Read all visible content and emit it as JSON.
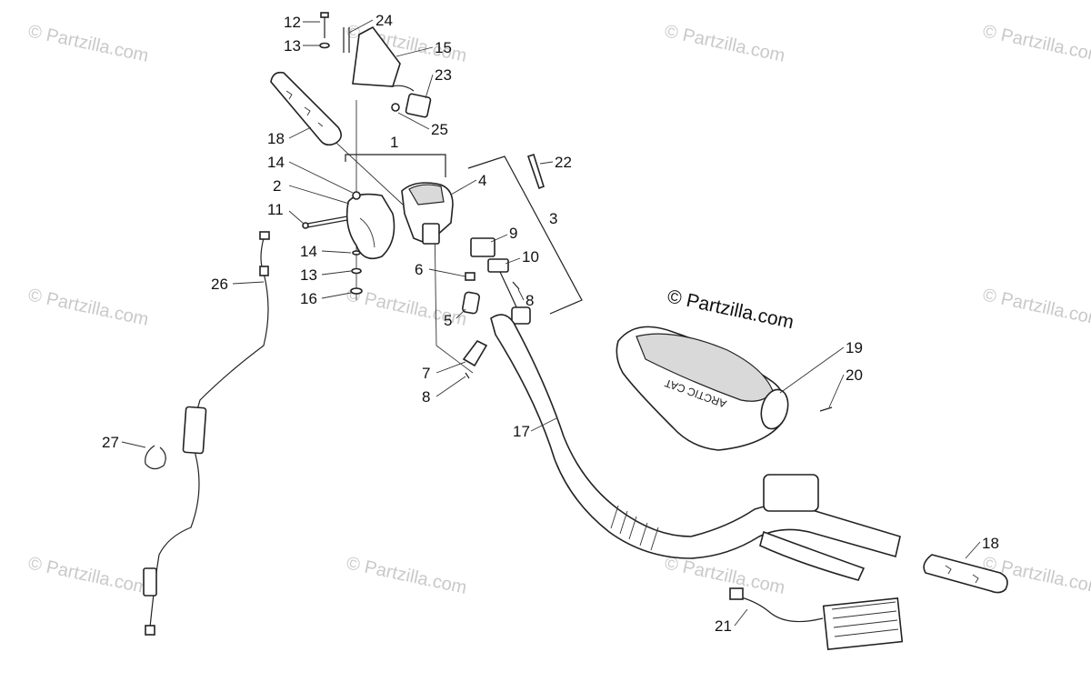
{
  "watermark": "© Partzilla.com",
  "copyright": "© Partzilla.com",
  "logo_text": "ARCTIC CAT",
  "callouts": [
    "12",
    "13",
    "24",
    "15",
    "23",
    "25",
    "18",
    "1",
    "14",
    "2",
    "11",
    "14",
    "13",
    "16",
    "4",
    "22",
    "3",
    "9",
    "10",
    "6",
    "8",
    "5",
    "7",
    "8",
    "26",
    "27",
    "17",
    "19",
    "20",
    "18",
    "21"
  ]
}
